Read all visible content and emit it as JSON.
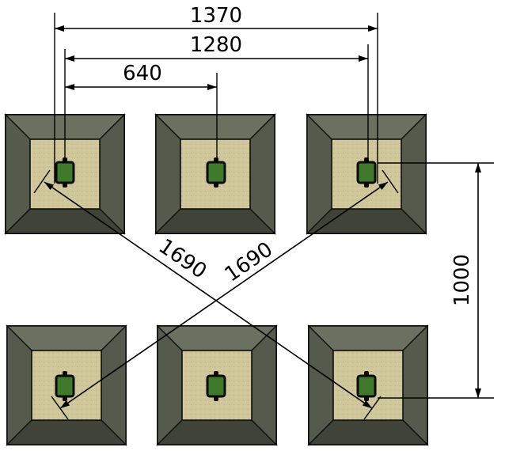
{
  "dimensions": {
    "top_outer": "1370",
    "top_middle": "1280",
    "top_inner": "640",
    "diagonal_left": "1690",
    "diagonal_right": "1690",
    "vertical": "1000"
  },
  "colors": {
    "frame_dark": "#3f4338",
    "frame_light": "#6b7060",
    "frame_mid": "#555a4c",
    "sand": "#cfc79a",
    "component": "#3f7a2c",
    "component_edge": "#0b0b0b",
    "line": "#000000"
  },
  "icons": {
    "arrowhead": "arrowhead-icon"
  }
}
